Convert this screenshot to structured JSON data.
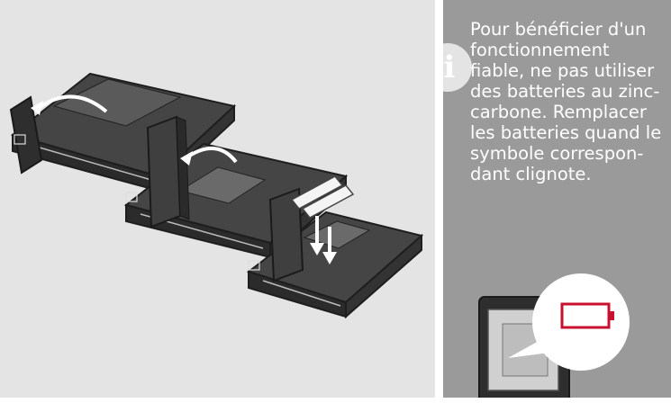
{
  "info": {
    "icon": "info-icon",
    "lines": [
      "Pour bénéficier d'un",
      "fonctionnement",
      "fiable, ne pas utiliser",
      "des batteries au zinc-",
      "carbone. Remplacer",
      "les batteries quand le",
      "symbole correspon-",
      "dant clignote."
    ]
  },
  "colors": {
    "left_background": "#e4e4e4",
    "right_background": "#9a9a9a",
    "battery_symbol": "#c8102e",
    "text": "#ffffff"
  },
  "icons": [
    "info-icon",
    "battery-symbol-icon",
    "rotation-arrow-icon",
    "insert-arrow-icon"
  ]
}
